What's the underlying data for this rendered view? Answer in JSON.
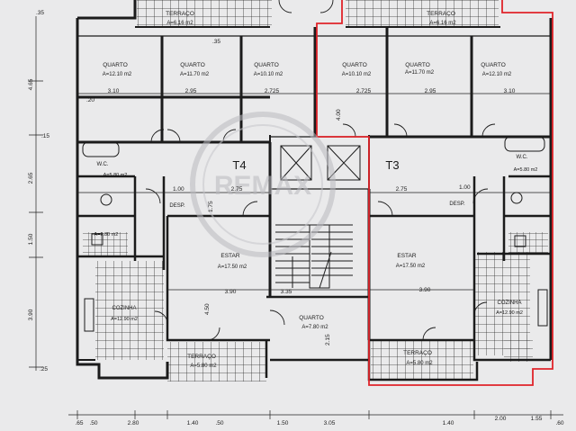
{
  "colors": {
    "paper": "#eaeaeb",
    "wall": "#1b1b1b",
    "grid": "#2a2a2a",
    "highlight": "#e0242a",
    "watermark": "#b9b9bf"
  },
  "units": {
    "t4": "T4",
    "t3": "T3"
  },
  "rooms": {
    "terraco_top_left": {
      "name": "TERRAÇO",
      "area": "A=6.16 m2"
    },
    "terraco_top_right": {
      "name": "TERRAÇO",
      "area": "A=6.16 m2"
    },
    "quarto_l1": {
      "name": "QUARTO",
      "area": "A=12.10 m2"
    },
    "quarto_l2": {
      "name": "QUARTO",
      "area": "A=11.70 m2"
    },
    "quarto_l3": {
      "name": "QUARTO",
      "area": "A=10.10 m2"
    },
    "quarto_r1": {
      "name": "QUARTO",
      "area": "A=10.10 m2"
    },
    "quarto_r2": {
      "name": "QUARTO",
      "area": "A=11.70 m2"
    },
    "quarto_r3": {
      "name": "QUARTO",
      "area": "A=12.10 m2"
    },
    "wc_l": {
      "name": "W.C.",
      "area": "A=5.80 m2"
    },
    "wc_r": {
      "name": "W.C.",
      "area": "A=5.80 m2"
    },
    "wc_small_l": {
      "area": "A=2.80 m2"
    },
    "desp_l": {
      "name": "DESP."
    },
    "desp_r": {
      "name": "DESP."
    },
    "estar_l": {
      "name": "ESTAR",
      "area": "A=17.50 m2"
    },
    "estar_r": {
      "name": "ESTAR",
      "area": "A=17.50 m2"
    },
    "cozinha_l": {
      "name": "COZINHA",
      "area": "A=12.90 m2"
    },
    "cozinha_r": {
      "name": "COZINHA",
      "area": "A=12.90 m2"
    },
    "quarto_center": {
      "name": "QUARTO",
      "area": "A=7.80 m2"
    },
    "terraco_bot_left": {
      "name": "TERRAÇO",
      "area": "A=5.80 m2"
    },
    "terraco_bot_right": {
      "name": "TERRAÇO",
      "area": "A=5.80 m2"
    }
  },
  "dimensions": {
    "row_a": [
      "3.10",
      "2.95",
      "2.725",
      "2.725",
      "2.95",
      "3.10"
    ],
    "row_b": [
      "2.75",
      "2.75"
    ],
    "row_c": [
      "3.90",
      "3.35",
      "3.90"
    ],
    "left_side": [
      "4.65",
      "2.65",
      "1.50",
      "3.90"
    ],
    "small": [
      ".20",
      ".15",
      ".25",
      "1.00",
      "1.75",
      "4.50",
      "4.00",
      "2.15",
      "1.00"
    ],
    "bottom": [
      ".65",
      ".50",
      "2.80",
      "1.40",
      ".50",
      "1.50",
      "3.05",
      "1.40",
      "2.00",
      "1.55",
      ".60"
    ],
    "top_small": [
      ".35",
      ".35"
    ]
  },
  "watermark": {
    "text": "REMAX"
  }
}
